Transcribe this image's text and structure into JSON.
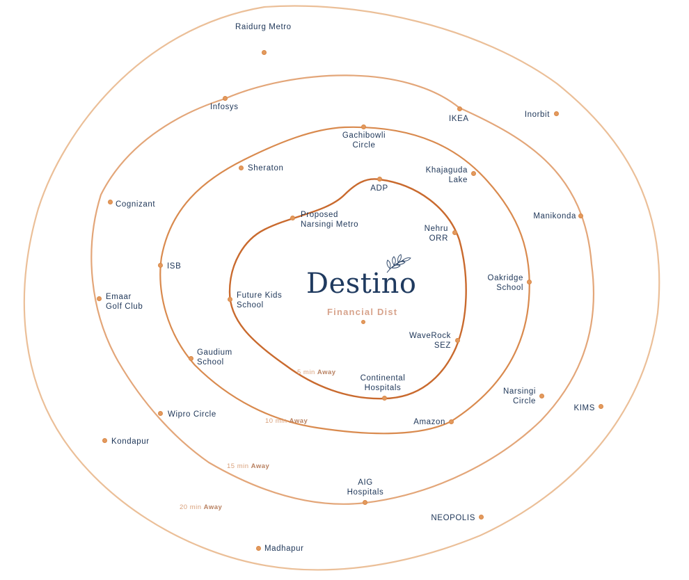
{
  "brand": {
    "name": "Destino",
    "subtitle": "Financial Dist"
  },
  "rings": [
    {
      "minutes": "5 min",
      "away": "Away",
      "color": "#c96a2e"
    },
    {
      "minutes": "10 min",
      "away": "Away",
      "color": "#d98a4e"
    },
    {
      "minutes": "15 min",
      "away": "Away",
      "color": "#e3a679"
    },
    {
      "minutes": "20 min",
      "away": "Away",
      "color": "#ebbf98"
    }
  ],
  "places": {
    "ring5": [
      "ADP",
      "Proposed\nNarsingi Metro",
      "Nehru\nORR",
      "Future Kids\nSchool",
      "WaveRock\nSEZ",
      "Continental\nHospitals"
    ],
    "ring10": [
      "Gachibowli\nCircle",
      "Sheraton",
      "Khajaguda\nLake",
      "ISB",
      "Oakridge\nSchool",
      "Gaudium\nSchool",
      "Amazon"
    ],
    "ring15": [
      "Infosys",
      "IKEA",
      "Cognizant",
      "Manikonda",
      "Emaar\nGolf Club",
      "Wipro Circle",
      "Narsingi\nCircle",
      "AIG\nHospitals"
    ],
    "ring20": [
      "Raidurg Metro",
      "Inorbit",
      "KIMS",
      "Kondapur",
      "NEOPOLIS",
      "Madhapur"
    ]
  }
}
